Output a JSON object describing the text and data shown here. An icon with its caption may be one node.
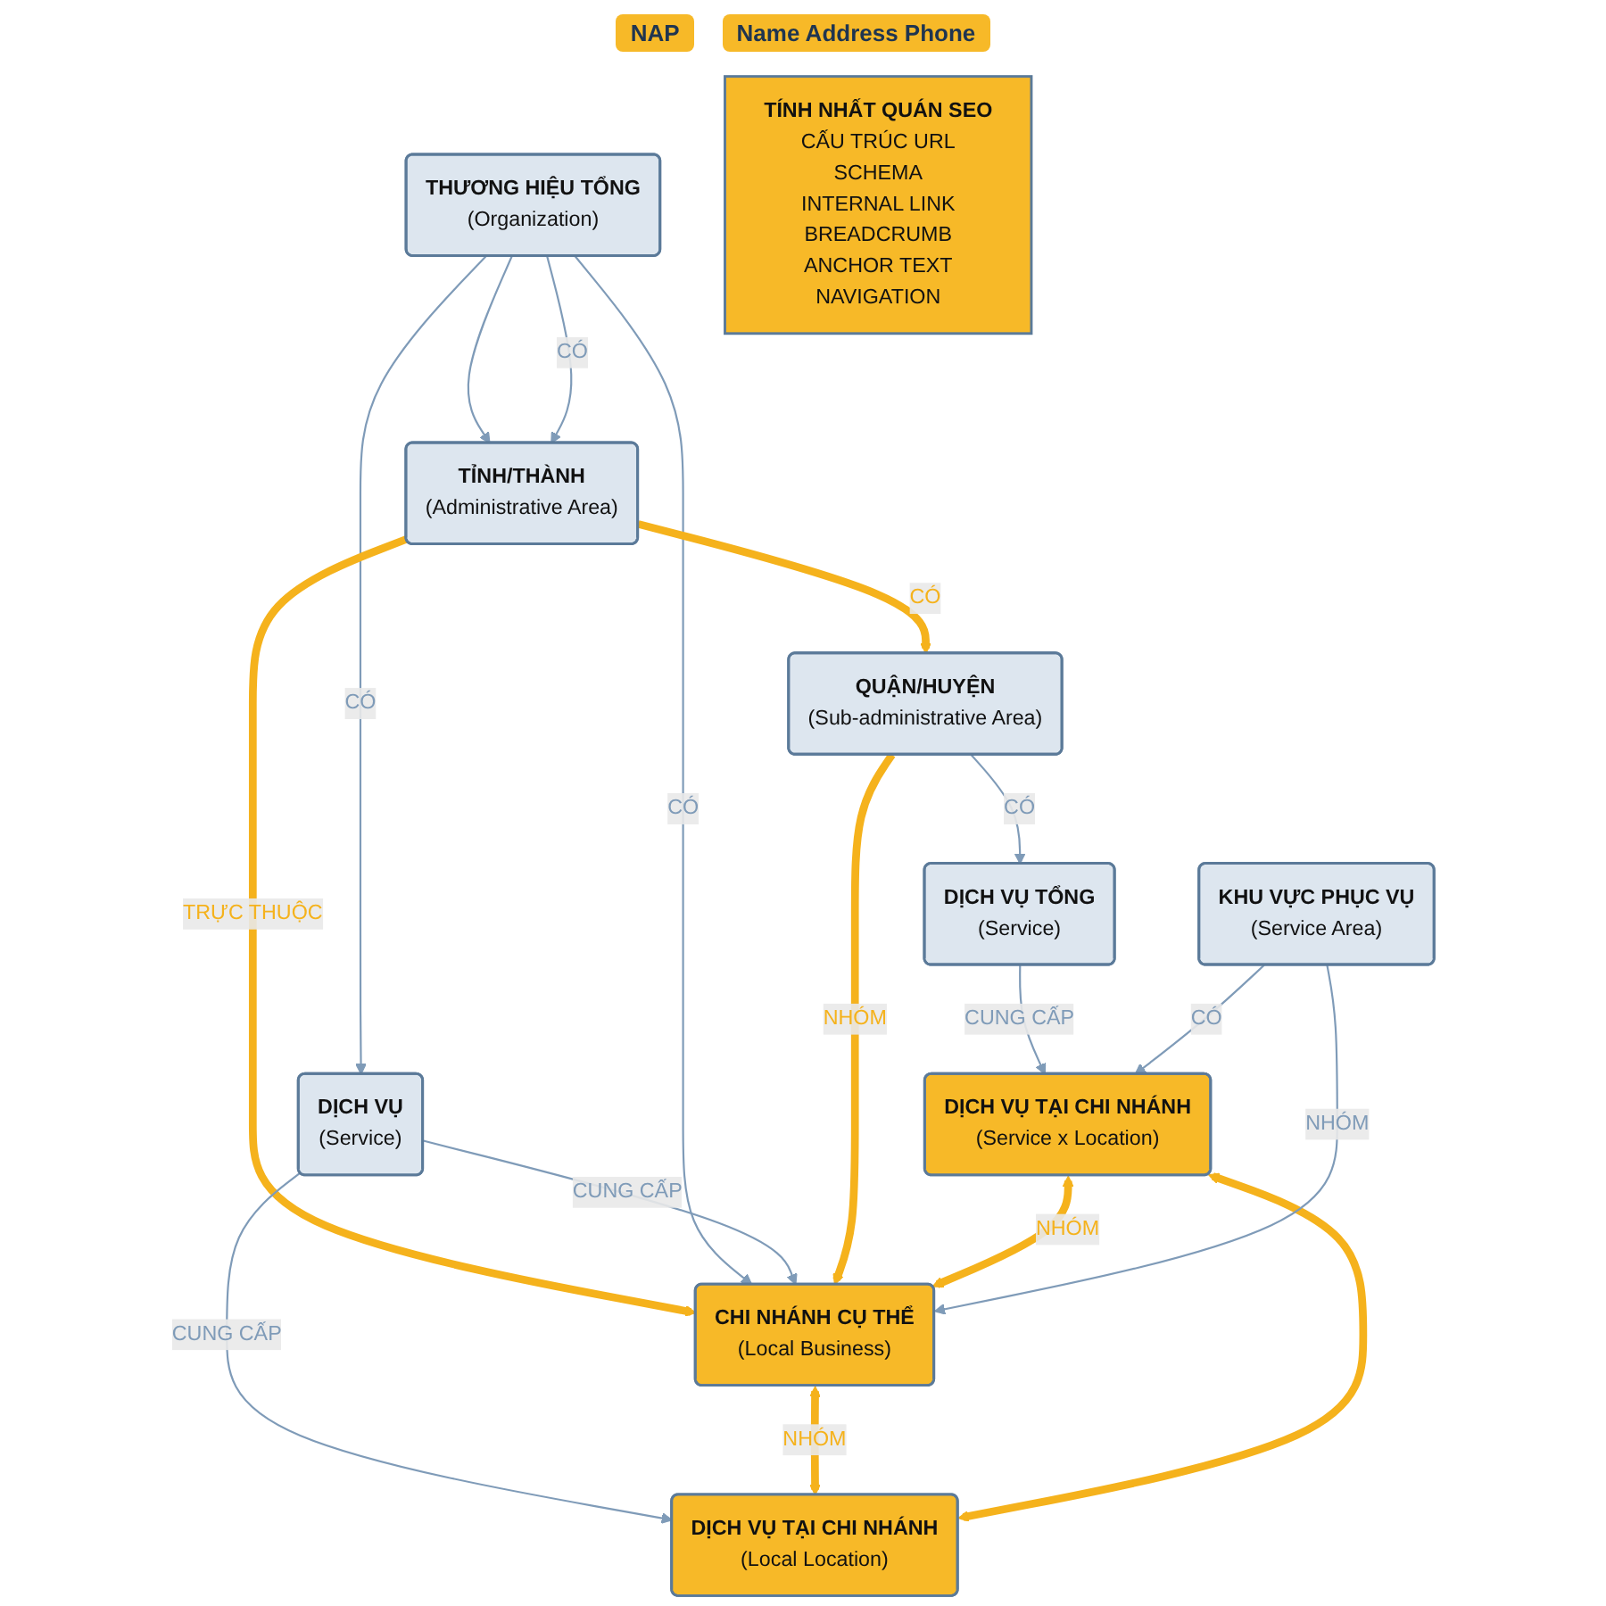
{
  "diagram": {
    "nodes": [
      {
        "text": [
          "THƯƠNG HIỆU TỔNG",
          "(Organization)"
        ]
      },
      {
        "text": [
          "TỈNH/THÀNH",
          "(Administrative Area)"
        ]
      },
      {
        "text": [
          "DỊCH VỤ",
          "(Service)"
        ]
      },
      {
        "text": [
          "QUẬN/HUYỆN",
          "(Sub-administrative Area)"
        ]
      },
      {
        "text": [
          "CHI NHÁNH CỤ THỂ",
          "(Local Business)"
        ]
      },
      {
        "text": [
          "DỊCH VỤ TẠI CHI NHÁNH",
          "(Local Location)"
        ]
      },
      {
        "text": [
          "TÍNH NHẤT QUÁN SEO",
          "CẤU TRÚC URL",
          "SCHEMA",
          "INTERNAL LINK",
          "BREADCRUMB",
          "ANCHOR TEXT",
          "NAVIGATION"
        ]
      },
      {
        "text": [
          "DỊCH VỤ TỔNG",
          "(Service)"
        ]
      },
      {
        "text": [
          "DỊCH VỤ TẠI CHI NHÁNH",
          "(Service x Location)"
        ]
      },
      {
        "text": [
          "KHU VỰC PHỤC VỤ",
          "(Service Area)"
        ]
      }
    ],
    "edges": [
      {
        "from": 0,
        "to": 1,
        "arrow": "to"
      },
      {
        "from": 0,
        "to": 1,
        "arrow": "to",
        "label": "CÓ"
      },
      {
        "from": 0,
        "to": 2,
        "arrow": "to",
        "label": "CÓ"
      },
      {
        "from": 1,
        "to": 4,
        "arrow": "to",
        "label": "TRỰC THUỘC",
        "style": "thick",
        "color": "#f5b21c"
      },
      {
        "from": 0,
        "to": 4,
        "arrow": "to",
        "label": "CÓ"
      },
      {
        "from": 2,
        "to": 4,
        "arrow": "to",
        "label": "CUNG CẤP"
      },
      {
        "from": 1,
        "to": 3,
        "arrow": "to",
        "label": "CÓ",
        "style": "thick",
        "color": "#f5b21c"
      },
      {
        "from": 2,
        "to": 5,
        "arrow": "to",
        "label": "CUNG CẤP"
      },
      {
        "from": 3,
        "to": 4,
        "arrow": "to",
        "label": "NHÓM",
        "style": "thick",
        "color": "#f5b21c"
      },
      {
        "from": 4,
        "to": 5,
        "arrow": "both",
        "label": "NHÓM",
        "style": "thick",
        "color": "#f5b21c"
      },
      {
        "from": 3,
        "to": 7,
        "arrow": "to",
        "label": "CÓ"
      },
      {
        "from": 8,
        "to": 4,
        "arrow": "both",
        "label": "NHÓM",
        "style": "thick",
        "color": "#f5b21c"
      },
      {
        "from": 8,
        "to": 5,
        "arrow": "both",
        "style": "thick",
        "color": "#f5b21c"
      },
      {
        "from": 9,
        "to": 4,
        "arrow": "to",
        "label": "NHÓM"
      },
      {
        "from": 7,
        "to": 8,
        "arrow": "to",
        "label": "CUNG CẤP"
      },
      {
        "from": 9,
        "to": 8,
        "arrow": "to",
        "label": "CÓ"
      }
    ],
    "labels": [
      "NAP",
      "Name Address Phone"
    ]
  }
}
